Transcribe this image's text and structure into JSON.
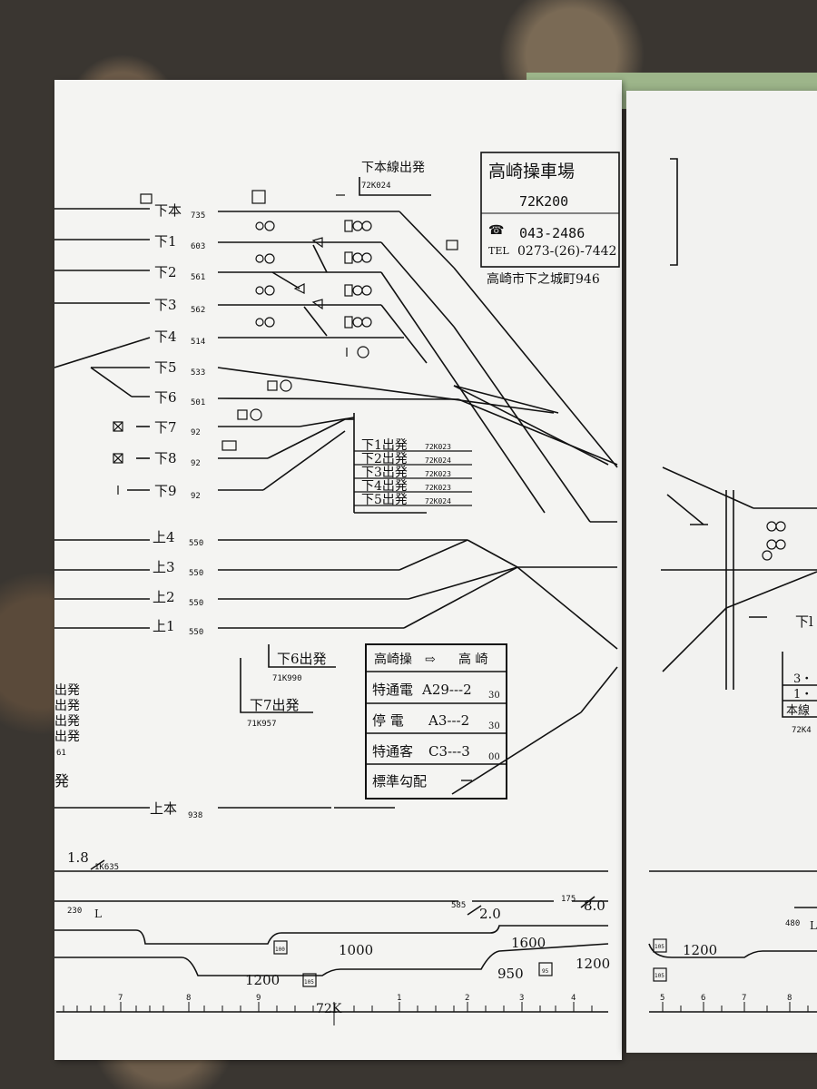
{
  "station_box": {
    "name": "高崎操車場",
    "code": "72K200",
    "phone": "043-2486",
    "tel_label": "TEL",
    "tel": "0273-(26)-7442"
  },
  "address": "高崎市下之城町946",
  "top_departure": {
    "label": "下本線出発",
    "code": "72K024"
  },
  "down_tracks": [
    {
      "label": "下本",
      "length": "735"
    },
    {
      "label": "下1",
      "length": "603"
    },
    {
      "label": "下2",
      "length": "561"
    },
    {
      "label": "下3",
      "length": "562"
    },
    {
      "label": "下4",
      "length": "514"
    },
    {
      "label": "下5",
      "length": "533"
    },
    {
      "label": "下6",
      "length": "501"
    },
    {
      "label": "下7",
      "length": "92"
    },
    {
      "label": "下8",
      "length": "92"
    },
    {
      "label": "下9",
      "length": "92"
    }
  ],
  "down_departures": [
    {
      "label": "下1出発",
      "code": "72K023"
    },
    {
      "label": "下2出発",
      "code": "72K024"
    },
    {
      "label": "下3出発",
      "code": "72K023"
    },
    {
      "label": "下4出発",
      "code": "72K023"
    },
    {
      "label": "下5出発",
      "code": "72K024"
    }
  ],
  "up_tracks": [
    {
      "label": "上4",
      "length": "550"
    },
    {
      "label": "上3",
      "length": "550"
    },
    {
      "label": "上2",
      "length": "550"
    },
    {
      "label": "上1",
      "length": "550"
    }
  ],
  "dep6": {
    "label": "下6出発",
    "code": "71K990"
  },
  "dep7": {
    "label": "下7出発",
    "code": "71K957"
  },
  "up_main": {
    "label": "上本",
    "length": "938"
  },
  "left_edge_texts": [
    "出発",
    "出発",
    "出発",
    "出発",
    "61",
    "発"
  ],
  "timetable": {
    "header_from": "高崎操",
    "header_arrow": "⇨",
    "header_to": "高 崎",
    "rows": [
      {
        "type": "特通電",
        "val": "A29---2",
        "sub": "30"
      },
      {
        "type": "停 電",
        "val": "A3---2",
        "sub": "30"
      },
      {
        "type": "特通客",
        "val": "C3---3",
        "sub": "00"
      }
    ],
    "gradient_label": "標準勾配"
  },
  "profile": {
    "grade_1": "1.8",
    "km_1": "1K635",
    "left_230": "230",
    "left_L": "L",
    "km_585": "585",
    "grade_2": "2.0",
    "km_175": "175",
    "grade_3": "8.0",
    "curve_1000": "1000",
    "curve_1600": "1600",
    "curve_1200a": "1200",
    "curve_1200b": "1200",
    "curve_950": "950",
    "sign_100": "100",
    "sign_105": "105",
    "sign_95": "95"
  },
  "scale": {
    "ticks": [
      "7",
      "8",
      "9",
      "72K",
      "1",
      "2",
      "3",
      "4"
    ]
  },
  "right_page": {
    "label_fragment": "下l",
    "box_rows": [
      "3・",
      "1・",
      "本線"
    ],
    "code_fragment": "72K4",
    "km_480": "480",
    "L": "L",
    "curve_1200": "1200",
    "sign_105a": "105",
    "sign_105b": "105",
    "scale_ticks": [
      "5",
      "6",
      "7",
      "8"
    ]
  }
}
